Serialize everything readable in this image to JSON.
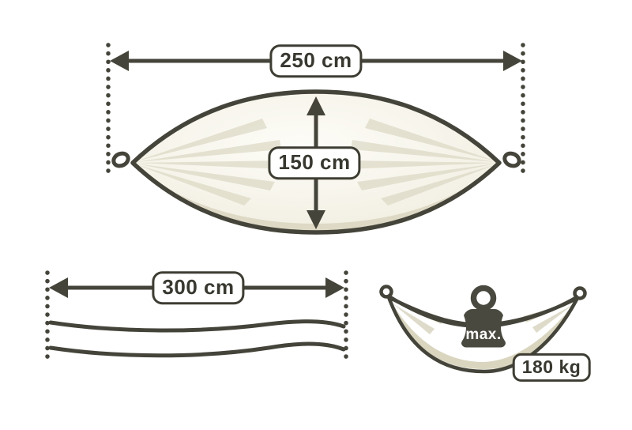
{
  "colors": {
    "outline": "#45443a",
    "label_border": "#3e3d33",
    "label_text": "#393830",
    "label_bg": "#ffffff",
    "fabric_light": "#f6f4ea",
    "fabric_shade": "#d9d5bf",
    "background": "#ffffff"
  },
  "measurements": {
    "width": {
      "label": "250 cm"
    },
    "depth": {
      "label": "150 cm"
    },
    "length": {
      "label": "300 cm"
    },
    "max_load": {
      "label": "180 kg",
      "qualifier": "max."
    }
  }
}
